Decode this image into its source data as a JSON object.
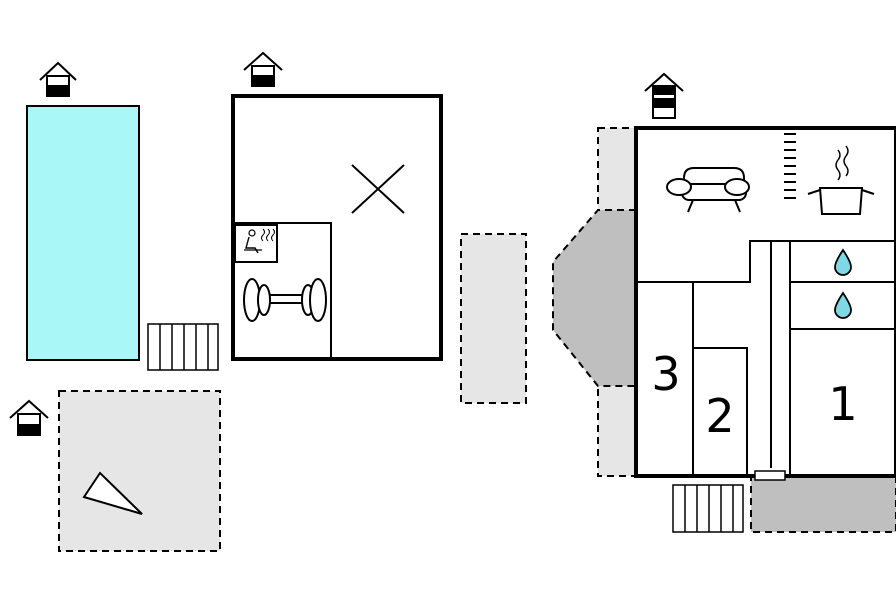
{
  "rooms": {
    "bedroom_1": "1",
    "bedroom_2": "2",
    "bedroom_3": "3"
  },
  "icons": {
    "building_marker": "house-arrow-icon",
    "living": "sofa-icon",
    "kitchen": "cooking-pot-icon",
    "bathroom": "water-drop-icon",
    "sauna": "sauna-icon",
    "gym": "dumbbell-icon",
    "open_space": "cross-icon",
    "stairs": "stairs-icon",
    "parking": "triangle-flag-icon"
  },
  "colors": {
    "pool": "#a9f7f7",
    "terrace_light": "#e6e6e6",
    "terrace_dark": "#bfbfbf",
    "wall": "#000000",
    "drop": "#7fd8e6"
  }
}
